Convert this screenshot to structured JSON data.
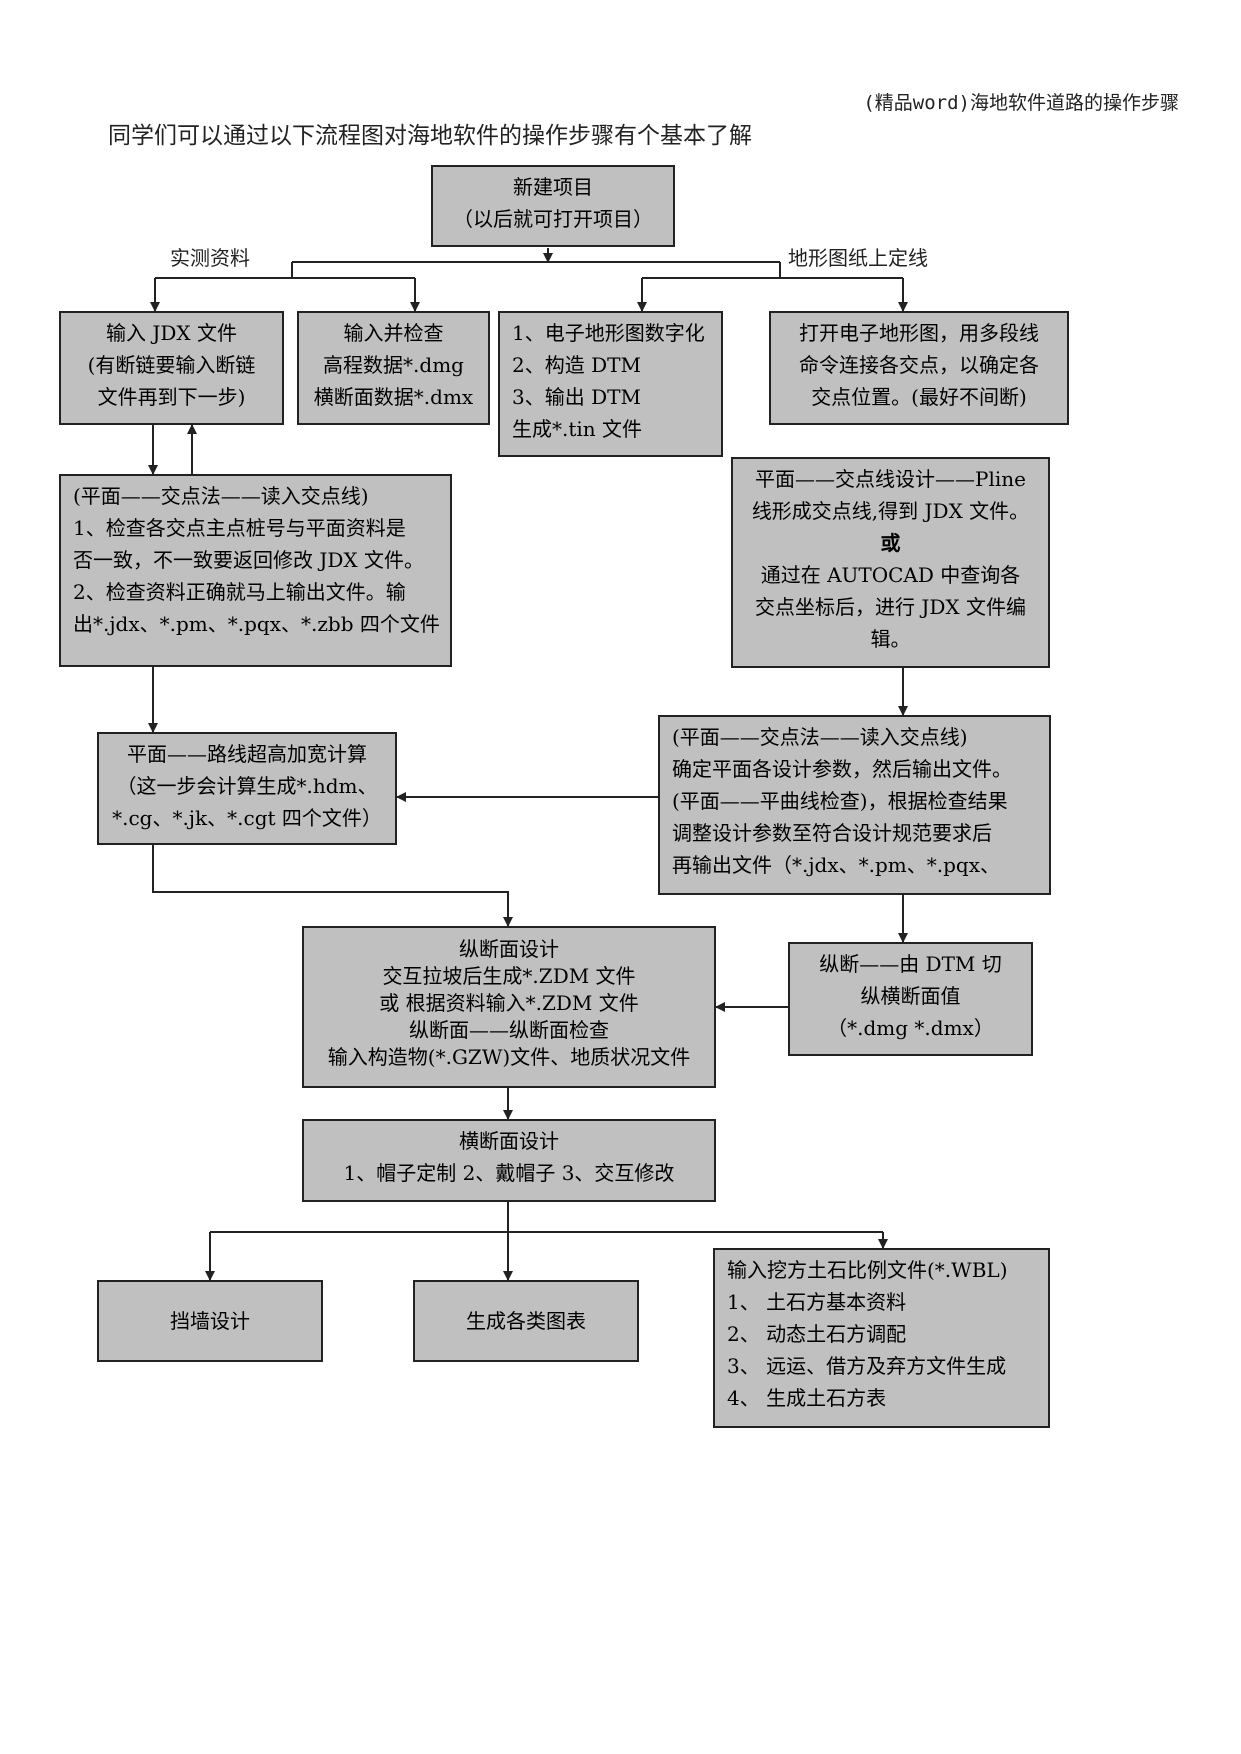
{
  "header": "(精品word)海地软件道路的操作步骤",
  "intro": "同学们可以通过以下流程图对海地软件的操作步骤有个基本了解",
  "labels": {
    "left": "实测资料",
    "right": "地形图纸上定线"
  },
  "boxes": {
    "new_project": [
      "新建项目",
      "（以后就可打开项目）"
    ],
    "input_jdx": [
      "输入 JDX 文件",
      "(有断链要输入断链",
      "文件再到下一步)"
    ],
    "input_check": [
      "输入并检查",
      "高程数据*.dmg",
      "横断面数据*.dmx"
    ],
    "digitize": [
      "1、电子地形图数字化",
      "2、构造 DTM",
      "3、输出 DTM",
      "生成*.tin 文件"
    ],
    "open_map": [
      "打开电子地形图，用多段线",
      "命令连接各交点，以确定各",
      "交点位置。(最好不间断)"
    ],
    "plane_check": [
      "(平面——交点法——读入交点线)",
      "1、检查各交点主点桩号与平面资料是",
      "否一致，不一致要返回修改 JDX 文件。",
      "2、检查资料正确就马上输出文件。输",
      "出*.jdx、*.pm、*.pqx、*.zbb 四个文件"
    ],
    "pline_design": [
      "平面——交点线设计——Pline",
      "线形成交点线,得到 JDX 文件。",
      "或",
      "通过在 AUTOCAD 中查询各",
      "交点坐标后，进行 JDX 文件编",
      "辑。"
    ],
    "superelev": [
      "平面——路线超高加宽计算",
      "（这一步会计算生成*.hdm、",
      "*.cg、*.jk、*.cgt 四个文件）"
    ],
    "plane_params": [
      "(平面——交点法——读入交点线)",
      "确定平面各设计参数，然后输出文件。",
      "(平面——平曲线检查)，根据检查结果",
      "调整设计参数至符合设计规范要求后",
      "再输出文件（*.jdx、*.pm、*.pqx、"
    ],
    "profile": [
      "纵断面设计",
      "交互拉坡后生成*.ZDM 文件",
      "或 根据资料输入*.ZDM 文件",
      "纵断面——纵断面检查",
      "输入构造物(*.GZW)文件、地质状况文件"
    ],
    "dtm_cut": [
      "纵断——由 DTM 切",
      "纵横断面值",
      "（*.dmg *.dmx）"
    ],
    "cross": [
      "横断面设计",
      "1、帽子定制 2、戴帽子 3、交互修改"
    ],
    "wall": [
      "挡墙设计"
    ],
    "charts": [
      "生成各类图表"
    ],
    "earthwork": [
      "输入挖方土石比例文件(*.WBL)",
      "1、 土石方基本资料",
      "2、 动态土石方调配",
      "3、 远运、借方及弃方文件生成",
      "4、 生成土石方表"
    ]
  }
}
